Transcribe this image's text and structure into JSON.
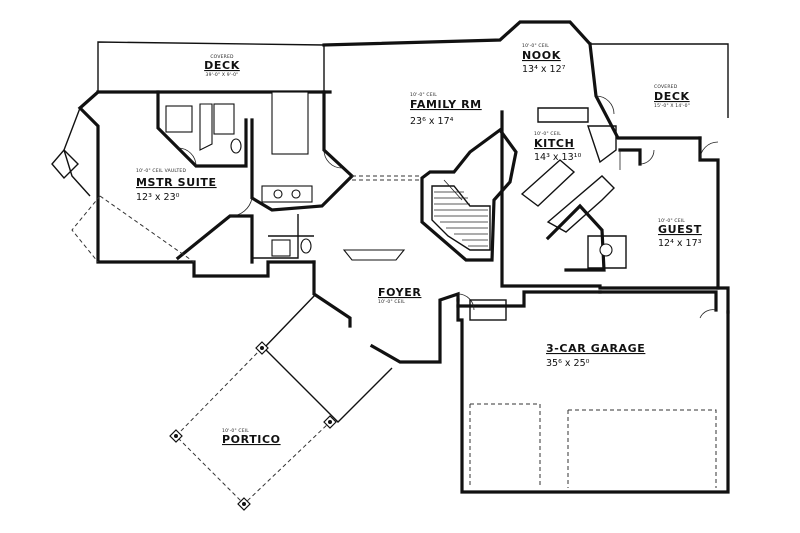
{
  "rooms": {
    "deck_left": {
      "note": "COVERED",
      "name": "DECK",
      "dim": "39'-0\" X 9'-0\""
    },
    "family": {
      "note": "10'-0\" CEIL",
      "name": "FAMILY RM",
      "dim": "23⁶ x 17⁴"
    },
    "nook": {
      "note": "10'-0\" CEIL",
      "name": "NOOK",
      "dim": "13⁴ x 12⁷"
    },
    "deck_right": {
      "note": "COVERED",
      "name": "DECK",
      "dim": "15'-0\" X 14'-0\""
    },
    "kitchen": {
      "note": "10'-0\" CEIL",
      "name": "KITCH",
      "dim": "14³ x 13¹⁰"
    },
    "master": {
      "note": "10'-0\" CEIL VAULTED",
      "name": "MSTR SUITE",
      "dim": "12³ x 23⁰"
    },
    "guest": {
      "note": "10'-0\" CEIL",
      "name": "GUEST",
      "dim": "12⁴ x 17³"
    },
    "foyer": {
      "note": "10'-0\" CEIL",
      "name": "FOYER"
    },
    "garage": {
      "name": "3-CAR GARAGE",
      "dim": "35⁶ x 25⁰"
    },
    "portico": {
      "note": "10'-0\" CEIL",
      "name": "PORTICO"
    }
  }
}
